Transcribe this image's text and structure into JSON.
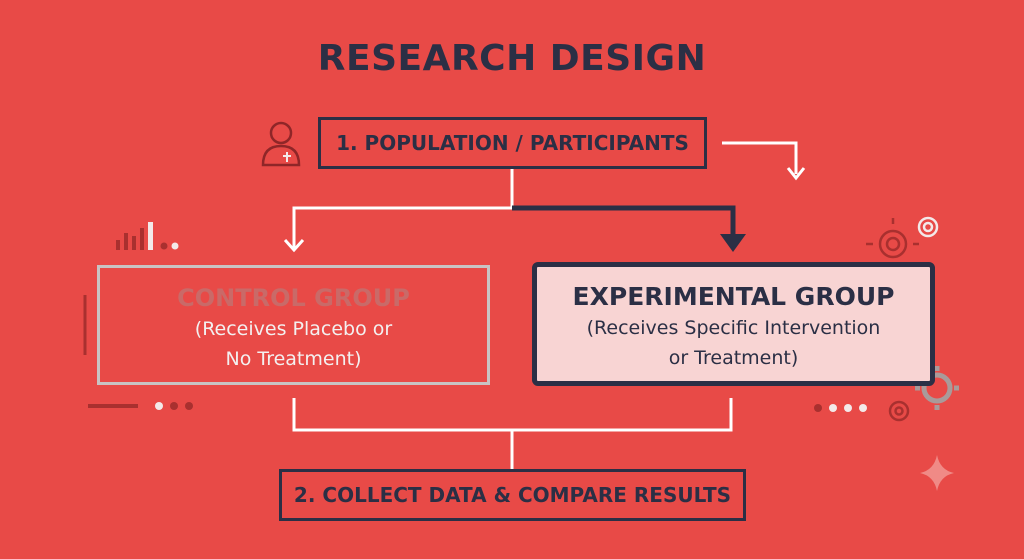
{
  "title": "RESEARCH DESIGN",
  "population": {
    "label": "1. POPULATION / PARTICIPANTS"
  },
  "control": {
    "heading": "CONTROL GROUP",
    "line1": "(Receives Placebo or",
    "line2": "No Treatment)"
  },
  "experimental": {
    "heading": "EXPERIMENTAL GROUP",
    "line1": "(Receives Specific Intervention",
    "line2": "or Treatment)"
  },
  "collect": {
    "label": "2. COLLECT DATA & COMPARE RESULTS"
  },
  "colors": {
    "background": "#e84a47",
    "dark": "#2b2f45",
    "control_border": "#c9c3c3",
    "experimental_fill": "#f8d4d3"
  },
  "icons": [
    "person-icon",
    "bar-chart-icon",
    "gears-icon",
    "gear-icon",
    "sparkle-icon"
  ]
}
